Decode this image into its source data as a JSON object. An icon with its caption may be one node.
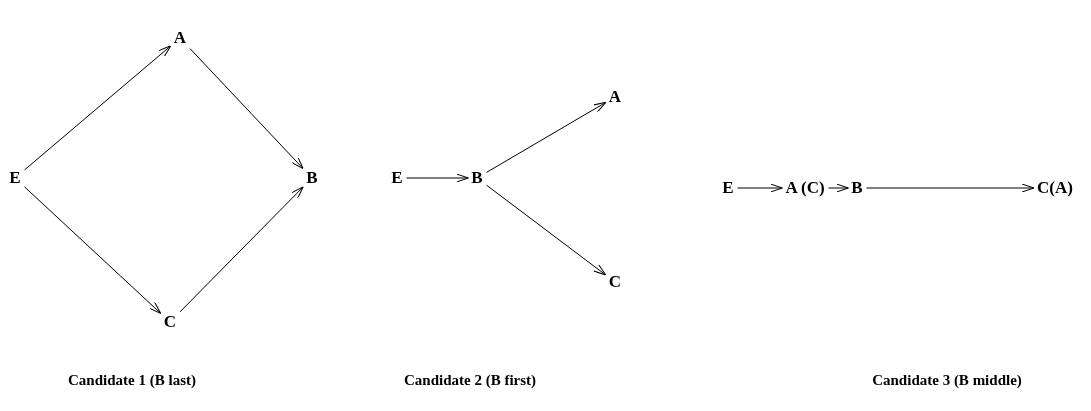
{
  "diagram": {
    "nodes": [
      {
        "text": [
          "E"
        ]
      },
      {
        "text": [
          "A"
        ]
      },
      {
        "text": [
          "B"
        ]
      },
      {
        "text": [
          "C"
        ]
      },
      {
        "text": [
          "E"
        ]
      },
      {
        "text": [
          "B"
        ]
      },
      {
        "text": [
          "A"
        ]
      },
      {
        "text": [
          "C"
        ]
      },
      {
        "text": [
          "E"
        ]
      },
      {
        "text": [
          "A (C)"
        ]
      },
      {
        "text": [
          "B"
        ]
      },
      {
        "text": [
          "C(A)"
        ]
      }
    ],
    "edges": [
      {
        "from": 0,
        "to": 1,
        "arrow": "to"
      },
      {
        "from": 0,
        "to": 3,
        "arrow": "to"
      },
      {
        "from": 1,
        "to": 2,
        "arrow": "to"
      },
      {
        "from": 3,
        "to": 2,
        "arrow": "to"
      },
      {
        "from": 4,
        "to": 5,
        "arrow": "to"
      },
      {
        "from": 5,
        "to": 6,
        "arrow": "to"
      },
      {
        "from": 5,
        "to": 7,
        "arrow": "to"
      },
      {
        "from": 8,
        "to": 9,
        "arrow": "to"
      },
      {
        "from": 9,
        "to": 10,
        "arrow": "to"
      },
      {
        "from": 10,
        "to": 11,
        "arrow": "to"
      }
    ],
    "labels": [
      "Candidate 1 (B last)",
      "Candidate 2 (B first)",
      "Candidate 3 (B middle)"
    ]
  }
}
